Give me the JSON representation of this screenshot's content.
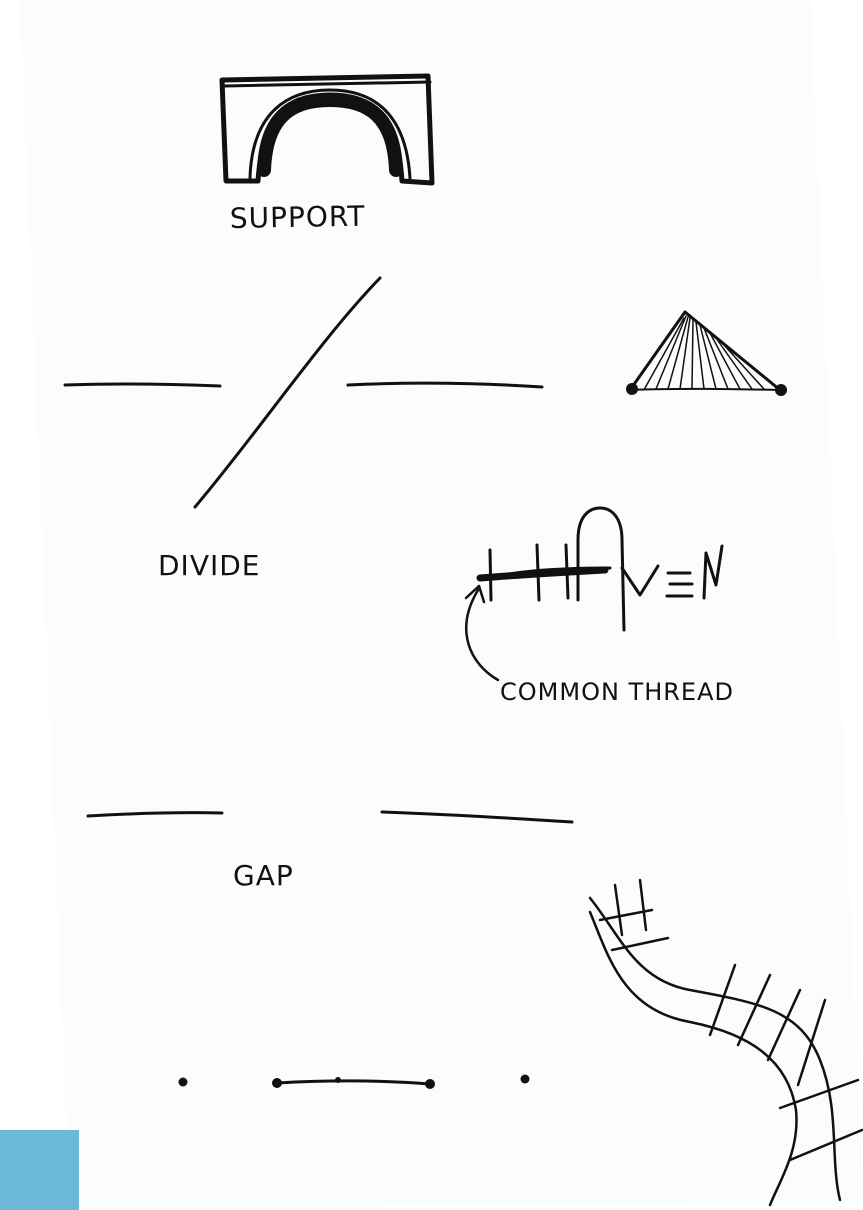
{
  "labels": {
    "support": "SUPPORT",
    "divide": "DIVIDE",
    "common_thread": "COMMON THREAD",
    "gap": "GAP",
    "haven_word": "HAVEN"
  },
  "colors": {
    "ink": "#111111",
    "paper": "#ffffff",
    "page_shadow": "#f4f4f4",
    "accent": "#6bb8d8"
  }
}
